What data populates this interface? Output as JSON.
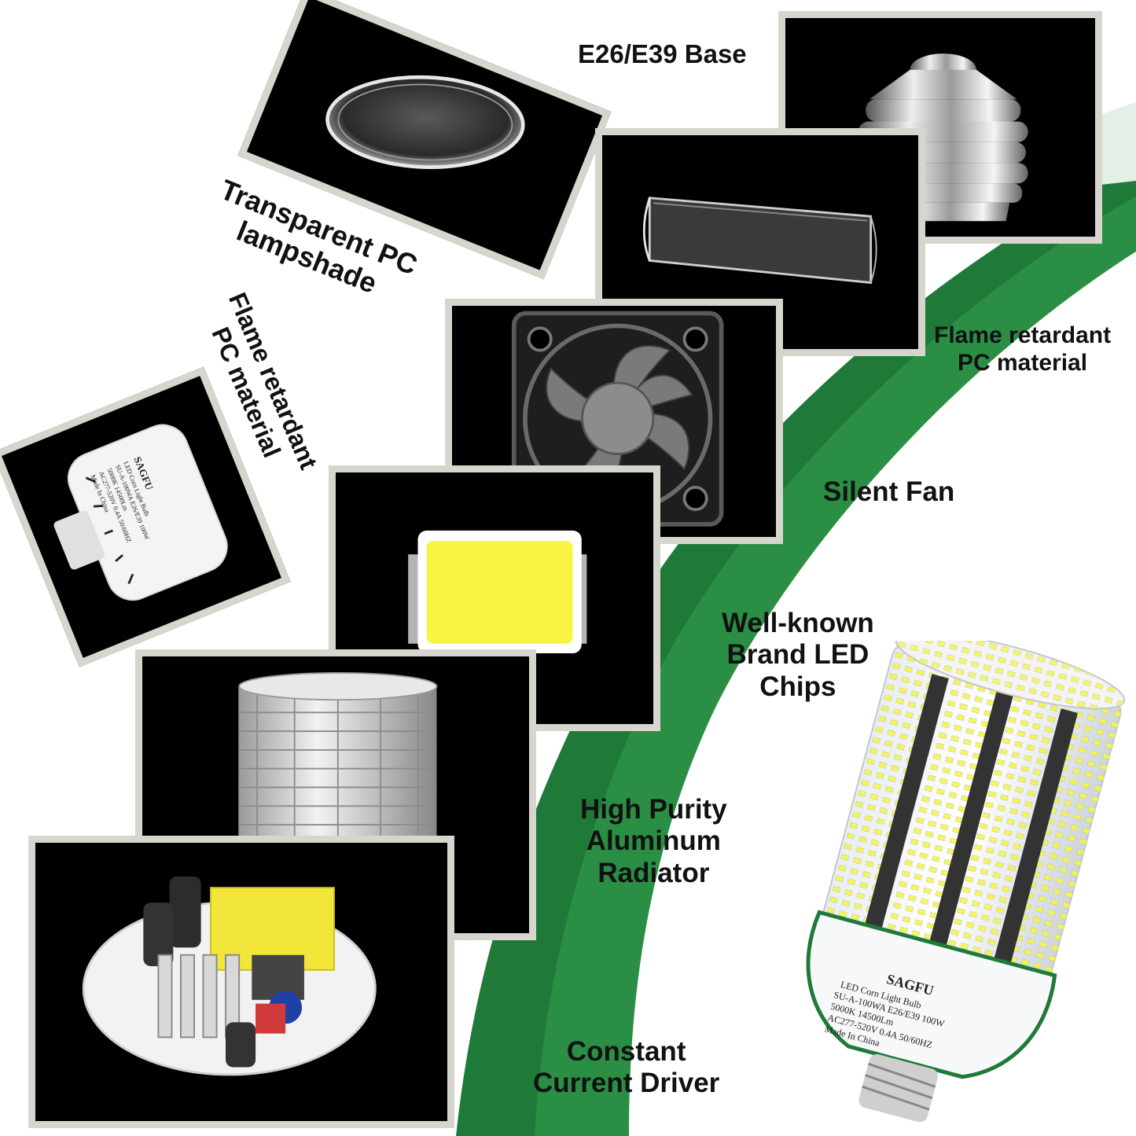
{
  "labels": {
    "base": "E26/E39 Base",
    "lampshade": [
      "Transparent PC",
      "lampshade"
    ],
    "flame_right": [
      "Flame retardant",
      "PC material"
    ],
    "flame_left": [
      "Flame retardant",
      "PC material"
    ],
    "fan": "Silent Fan",
    "led": [
      "Well-known",
      "Brand LED",
      "Chips"
    ],
    "radiator": [
      "High Purity",
      "Aluminum",
      "Radiator"
    ],
    "driver": [
      "Constant",
      "Current Driver"
    ]
  },
  "bulb_label": {
    "brand": "SAGFU",
    "lines": [
      "LED Corn Light Bulb",
      "SU-A-100WA E26/E39 100W",
      "5000K 14500Lm",
      "AC277-520V 0.4A 50/60HZ",
      "Made In China"
    ]
  },
  "housing_label": {
    "brand": "SAGFU",
    "lines": [
      "LED Corn Light Bulb",
      "SU-A-100WA E26/E39 100W",
      "5000K 14500Lm",
      "AC277-520V 0.4A 50/60HZ",
      "Made In China"
    ]
  },
  "colors": {
    "green": "#1f7a3a",
    "panel_border": "#d6d6cf",
    "chip_yellow": "#f7f542",
    "driver_yellow": "#f2e63a"
  }
}
